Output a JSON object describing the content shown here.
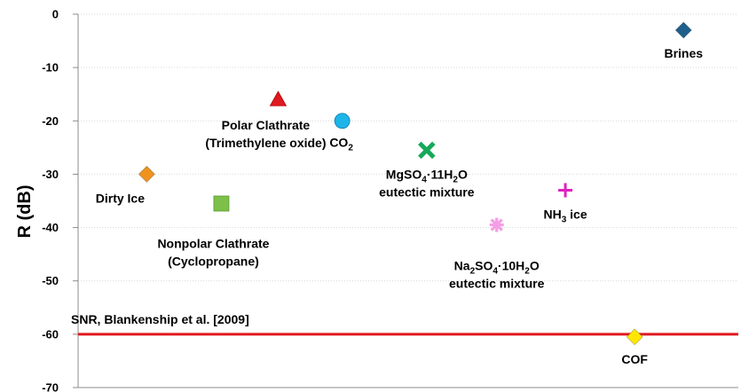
{
  "chart_data": {
    "type": "scatter",
    "ylabel": "R (dB)",
    "xlabel": "",
    "ylim": [
      -70,
      0
    ],
    "yticks": [
      0,
      -10,
      -20,
      -30,
      -40,
      -50,
      -60,
      -70
    ],
    "grid": "horizontal",
    "legend": "none",
    "points": [
      {
        "name": "Brines",
        "x": 0.917,
        "y": -3,
        "marker": "diamond",
        "color": "#1f5f8b",
        "label_lines": [
          [
            "Brines"
          ]
        ]
      },
      {
        "name": "Polar Clathrate (Trimethylene oxide)",
        "x": 0.303,
        "y": -16,
        "marker": "triangle",
        "color": "#e0191f",
        "label_lines": [
          [
            "Polar Clathrate"
          ],
          [
            "(Trimethylene oxide)"
          ]
        ]
      },
      {
        "name": "CO2",
        "x": 0.4,
        "y": -20,
        "marker": "circle",
        "color": "#1db4e8",
        "label_lines": [
          [
            "CO",
            "2",
            ""
          ]
        ]
      },
      {
        "name": "MgSO4·11H2O eutectic mixture",
        "x": 0.528,
        "y": -25.5,
        "marker": "x",
        "color": "#16a85a",
        "label_lines": [
          [
            "MgSO",
            "4",
            "·11H",
            "2",
            "O"
          ],
          [
            "eutectic mixture"
          ]
        ]
      },
      {
        "name": "Dirty Ice",
        "x": 0.104,
        "y": -30,
        "marker": "diamond",
        "color": "#f0921e",
        "label_lines": [
          [
            "Dirty Ice"
          ]
        ]
      },
      {
        "name": "NH3 ice",
        "x": 0.738,
        "y": -33,
        "marker": "plus",
        "color": "#e020c0",
        "label_lines": [
          [
            "NH",
            "3",
            " ice"
          ]
        ]
      },
      {
        "name": "Nonpolar Clathrate (Cyclopropane)",
        "x": 0.217,
        "y": -35.5,
        "marker": "square",
        "color": "#7cc04a",
        "label_lines": [
          [
            "Nonpolar Clathrate"
          ],
          [
            "(Cyclopropane)"
          ]
        ]
      },
      {
        "name": "Na2SO4·10H2O eutectic mixture",
        "x": 0.634,
        "y": -39.5,
        "marker": "asterisk",
        "color": "#f59ee6",
        "label_lines": [
          [
            "Na",
            "2",
            "SO",
            "4",
            "·10H",
            "2",
            "O"
          ],
          [
            "eutectic mixture"
          ]
        ]
      },
      {
        "name": "COF",
        "x": 0.843,
        "y": -60.5,
        "marker": "diamond",
        "color": "#ffe600",
        "label_lines": [
          [
            "COF"
          ]
        ]
      }
    ],
    "reference_line": {
      "y": -60,
      "label": "SNR, Blankenship et al. [2009]",
      "color": "#e0191f"
    }
  }
}
